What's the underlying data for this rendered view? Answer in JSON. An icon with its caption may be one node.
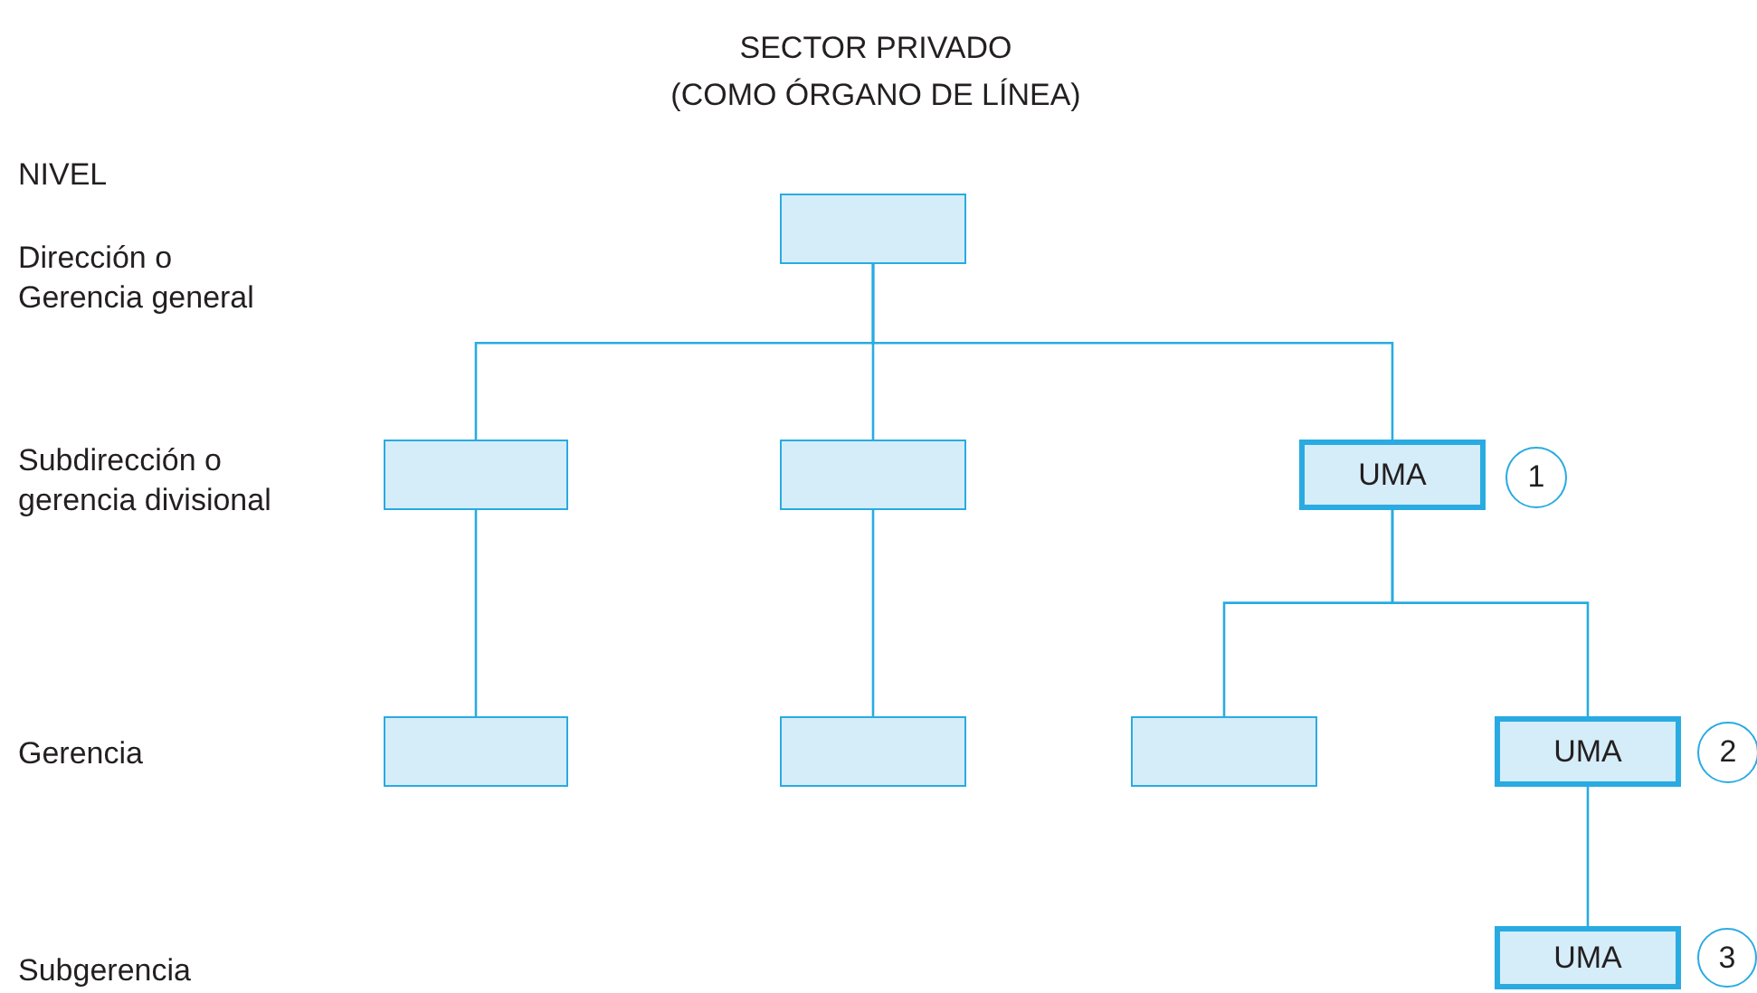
{
  "diagram": {
    "title": "SECTOR PRIVADO (COMO ÓRGANO DE LÍNEA)",
    "nodes": [
      {
        "text": [],
        "shape": "box"
      },
      {
        "text": [],
        "shape": "box"
      },
      {
        "text": [],
        "shape": "box"
      },
      {
        "text": [
          "UMA"
        ]
      },
      {
        "text": [
          "1"
        ]
      },
      {
        "text": [],
        "shape": "box"
      },
      {
        "text": [],
        "shape": "box"
      },
      {
        "text": [],
        "shape": "box"
      },
      {
        "text": [
          "UMA"
        ]
      },
      {
        "text": [
          "2"
        ]
      },
      {
        "text": [
          "UMA"
        ]
      },
      {
        "text": [
          "3"
        ]
      }
    ],
    "edges": [
      {
        "from": 0,
        "to": 1,
        "arrow": "none"
      },
      {
        "from": 0,
        "to": 2,
        "arrow": "none"
      },
      {
        "from": 0,
        "to": 3,
        "arrow": "none"
      },
      {
        "from": 1,
        "to": 5,
        "arrow": "none"
      },
      {
        "from": 2,
        "to": 6,
        "arrow": "none"
      },
      {
        "from": 3,
        "to": 7,
        "arrow": "none"
      },
      {
        "from": 3,
        "to": 8,
        "arrow": "none"
      },
      {
        "from": 8,
        "to": 10,
        "arrow": "none"
      }
    ],
    "labels": [
      "NIVEL",
      "Dirección o Gerencia general",
      "Subdirección o gerencia divisional",
      "Gerencia",
      "Subgerencia"
    ]
  }
}
